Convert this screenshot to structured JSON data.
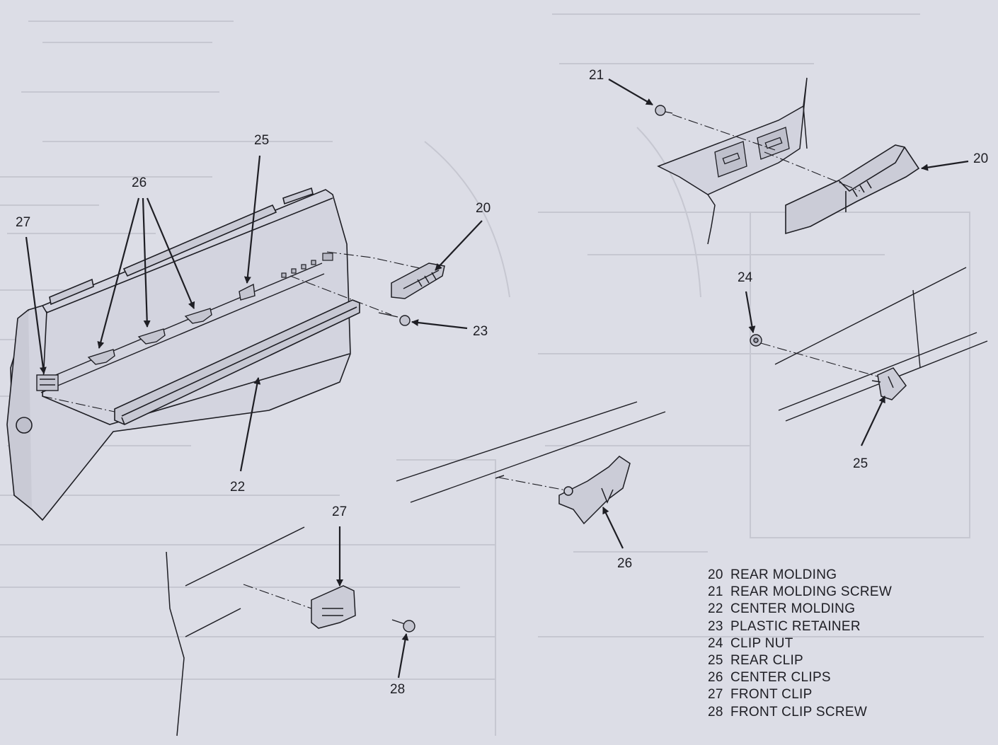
{
  "callouts": {
    "c20a": "20",
    "c20b": "20",
    "c21": "21",
    "c22": "22",
    "c23": "23",
    "c24": "24",
    "c25a": "25",
    "c25b": "25",
    "c26a": "26",
    "c26b": "26",
    "c27a": "27",
    "c27b": "27",
    "c28": "28"
  },
  "legend": [
    {
      "num": "20",
      "label": "REAR MOLDING"
    },
    {
      "num": "21",
      "label": "REAR MOLDING SCREW"
    },
    {
      "num": "22",
      "label": "CENTER MOLDING"
    },
    {
      "num": "23",
      "label": "PLASTIC RETAINER"
    },
    {
      "num": "24",
      "label": "CLIP NUT"
    },
    {
      "num": "25",
      "label": "REAR CLIP"
    },
    {
      "num": "26",
      "label": "CENTER CLIPS"
    },
    {
      "num": "27",
      "label": "FRONT CLIP"
    },
    {
      "num": "28",
      "label": "FRONT CLIP SCREW"
    }
  ],
  "colors": {
    "paper": "#dcdde6",
    "ink": "#1e1e24",
    "bleed": "#c8c9d3"
  }
}
